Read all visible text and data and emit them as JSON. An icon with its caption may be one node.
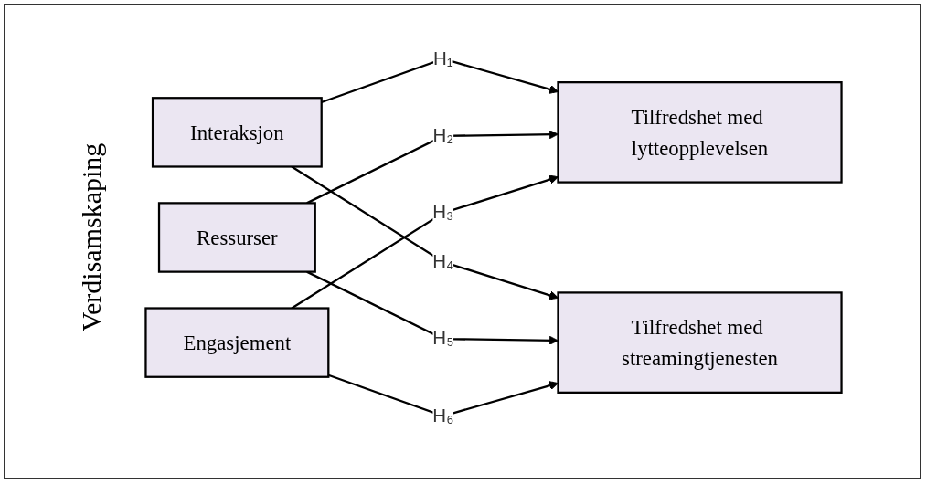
{
  "diagram": {
    "nodes": [
      {
        "text": [
          "Interaksjon"
        ]
      },
      {
        "text": [
          "Ressurser"
        ]
      },
      {
        "text": [
          "Engasjement"
        ]
      },
      {
        "text": [
          "Tilfredshet med lytteopplevelsen"
        ]
      },
      {
        "text": [
          "Tilfredshet med streamingtjenesten"
        ]
      }
    ],
    "edges": [
      {
        "from": 0,
        "to": 3,
        "arrow": "to",
        "label": "H₁"
      },
      {
        "from": 1,
        "to": 3,
        "arrow": "to",
        "label": "H₂"
      },
      {
        "from": 2,
        "to": 3,
        "arrow": "to",
        "label": "H₃"
      },
      {
        "from": 0,
        "to": 4,
        "arrow": "to",
        "label": "H₄"
      },
      {
        "from": 1,
        "to": 4,
        "arrow": "to",
        "label": "H₅"
      },
      {
        "from": 2,
        "to": 4,
        "arrow": "to",
        "label": "H₆"
      }
    ],
    "labels": [
      "Verdisamskaping"
    ]
  }
}
